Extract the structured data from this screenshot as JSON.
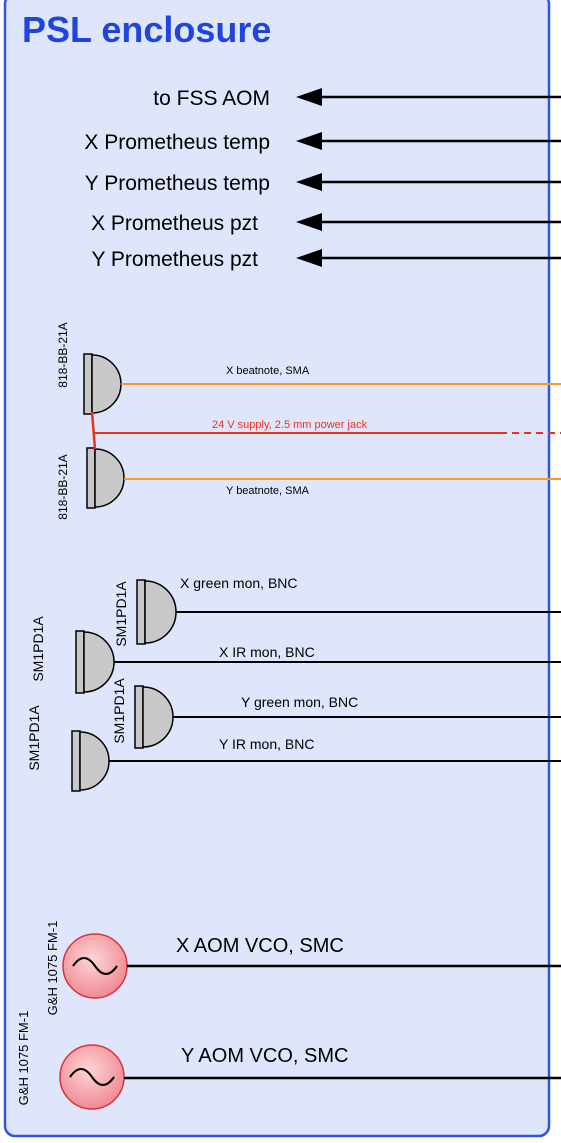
{
  "enclosure": {
    "title": "PSL enclosure",
    "fill_color": "#dfe6fc",
    "border_color": "#2f56dc",
    "title_color": "#1f44e0"
  },
  "arrows": [
    {
      "label": "to FSS AOM"
    },
    {
      "label": "X Prometheus temp"
    },
    {
      "label": "Y Prometheus temp"
    },
    {
      "label": "X Prometheus pzt"
    },
    {
      "label": "Y Prometheus pzt"
    }
  ],
  "beatnote_detectors": [
    {
      "model": "818-BB-21A",
      "cable_label": "X beatnote, SMA"
    },
    {
      "model": "818-BB-21A",
      "cable_label": "Y beatnote, SMA"
    }
  ],
  "power_supply": {
    "label": "24 V supply, 2.5 mm power jack",
    "color": "#e8321f"
  },
  "monitor_detectors": [
    {
      "model": "SM1PD1A",
      "cable_label": "X green mon, BNC"
    },
    {
      "model": "SM1PD1A",
      "cable_label": "X IR mon, BNC"
    },
    {
      "model": "SM1PD1A",
      "cable_label": "Y green mon, BNC"
    },
    {
      "model": "SM1PD1A",
      "cable_label": "Y IR mon, BNC"
    }
  ],
  "vcos": [
    {
      "model": "G&H 1075 FM-1",
      "cable_label": "X AOM VCO, SMC"
    },
    {
      "model": "G&H 1075 FM-1",
      "cable_label": "Y AOM VCO, SMC"
    }
  ],
  "colors": {
    "signal_line": "#000000",
    "beatnote_line": "#f59a2c",
    "detector_fill": "#c8c8c8",
    "vco_fill": "#f4a4aa",
    "vco_stroke": "#d8323c"
  }
}
